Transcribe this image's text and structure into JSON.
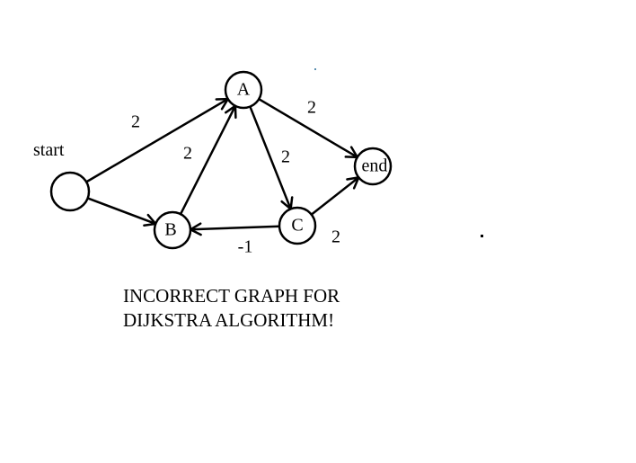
{
  "labels": {
    "start": "start",
    "caption_line1": "INCORRECT GRAPH FOR",
    "caption_line2": "DIJKSTRA ALGORITHM!"
  },
  "nodes": [
    {
      "id": "S",
      "label": ""
    },
    {
      "id": "A",
      "label": "A"
    },
    {
      "id": "B",
      "label": "B"
    },
    {
      "id": "C",
      "label": "C"
    },
    {
      "id": "end",
      "label": "end"
    }
  ],
  "edges": [
    {
      "from": "S",
      "to": "A",
      "weight": "2"
    },
    {
      "from": "S",
      "to": "B",
      "weight": ""
    },
    {
      "from": "B",
      "to": "A",
      "weight": "2"
    },
    {
      "from": "A",
      "to": "C",
      "weight": "2"
    },
    {
      "from": "A",
      "to": "end",
      "weight": "2"
    },
    {
      "from": "C",
      "to": "B",
      "weight": "-1"
    },
    {
      "from": "C",
      "to": "end",
      "weight": "2"
    }
  ],
  "colors": {
    "ink": "#000000",
    "background": "#ffffff"
  }
}
